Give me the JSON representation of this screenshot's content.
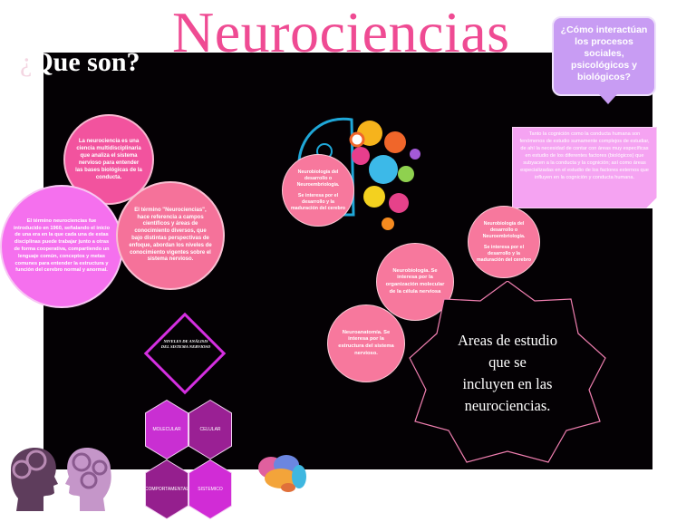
{
  "header": {
    "title": "Neurociencias",
    "subtitle_mark": "¿",
    "subtitle": "Que son?"
  },
  "callout": {
    "text": "¿Cómo interactúan los procesos sociales, psicológicos y biológicos?"
  },
  "note": {
    "text": "Tanto la cognición como la conducta humana son fenómenos de estudio sumamente complejos de estudiar, de ahí la necesidad de contar con áreas muy específicas en estudio de los diferentes factores (biológicos) que subyacen a la conducta y la cognición; así como áreas especializadas en el estudio de los factores externos que influyen en la cognición y conducta humana."
  },
  "circles": {
    "definition": "La neurociencia es una ciencia multidisciplinaria que analiza el sistema nervioso para entender las bases biológicas de la conducta.",
    "history": "El término neurociencias fue introducido en 1960, señalando el inicio de una era en la que cada una de estas disciplinas puede trabajar junto a otras de forma cooperativa, compartiendo un lenguaje común, conceptos y metas comunes para entender la estructura y función del cerebro normal y anormal.",
    "term": "El término \"Neurociencias\", hace referencia a campos científicos y áreas de conocimiento diversos, que bajo distintas perspectivas de enfoque, abordan los niveles de conocimiento vigentes sobre el sistema nervioso.",
    "neuro_dev_1": {
      "title": "Neurobiología del desarrollo o Neuroembriología.",
      "body": "Se interesa por el desarrollo y la maduración del cerebro"
    },
    "neuro_dev_2": {
      "title": "Neurobiología del desarrollo o Neuroembriología.",
      "body": "Se interesa por el desarrollo y la maduración del cerebro"
    },
    "neurobiology": "Neurobiología. Se interesa por la organización molecular de la célula nerviosa",
    "neuroanatomy": "Neuroanatomía. Se interesa por la estructura del sistema nervioso."
  },
  "star": {
    "lines": [
      "Areas de estudio",
      "que se",
      "incluyen en las",
      "neurociencias."
    ]
  },
  "levels": {
    "heading": "NIVELES DE ANÁLISIS DEL SISTEMA NERVIOSO",
    "items": [
      "MOLECULAR",
      "CELULAR",
      "COMPORTAMENTAL",
      "SISTEMICO"
    ]
  },
  "colors": {
    "title_pink": "#ef4b93",
    "panel_black": "#040104",
    "callout_lavender": "#c89cf3",
    "note_pink": "#f5a3f2",
    "diamond_magenta": "#d42fe0"
  }
}
